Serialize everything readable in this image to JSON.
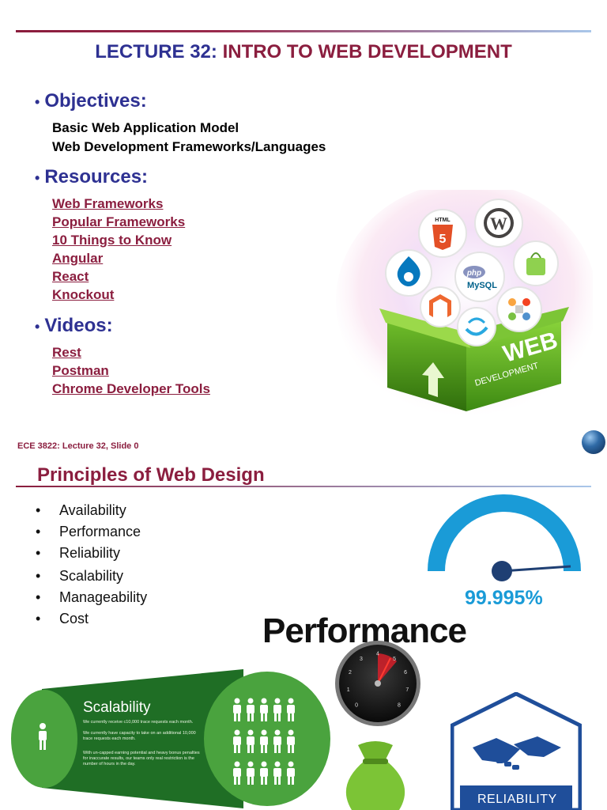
{
  "slide1": {
    "title_prefix": "LECTURE 32:",
    "title_main": "INTRO TO WEB DEVELOPMENT",
    "objectives": {
      "heading": "Objectives:",
      "items": [
        "Basic Web Application Model",
        "Web Development Frameworks/Languages"
      ]
    },
    "resources": {
      "heading": "Resources:",
      "links": [
        "Web Frameworks",
        "Popular Frameworks",
        "10 Things to Know",
        "Angular",
        "React",
        "Knockout"
      ]
    },
    "videos": {
      "heading": "Videos:",
      "links": [
        "Rest",
        "Postman",
        "Chrome Developer Tools"
      ]
    },
    "graphic": {
      "box_text": "WEB",
      "box_subtext": "DEVELOPMENT",
      "icons": [
        "html5-icon",
        "wordpress-icon",
        "shopping-bag-icon",
        "drupal-icon",
        "php-mysql-icon",
        "magento-icon",
        "joomla-icon",
        "swirl-logo-icon"
      ],
      "html_label": "HTML",
      "html_number": "5",
      "php_label": "php",
      "mysql_label": "MySQL"
    },
    "footer": "ECE 3822: Lecture 32, Slide 0"
  },
  "slide2": {
    "title": "Principles of Web Design",
    "bullets": [
      "Availability",
      "Performance",
      "Reliability",
      "Scalability",
      "Manageability",
      "Cost"
    ],
    "availability_value": "99.995%",
    "performance_label": "Performance",
    "reliability_label": "RELIABILITY",
    "scalability": {
      "title": "Scalability",
      "lines": [
        "We currently receive c10,000 trace requests each month.",
        "We currently have capacity to take on an additional 10,000 trace requests each month.",
        "With un-capped earning potential and heavy bonus penalties for inaccurate results, our teams only real restriction is the number of hours in the day."
      ]
    },
    "gauge_ticks": [
      "0",
      "1",
      "2",
      "3",
      "4",
      "5",
      "6",
      "7",
      "8"
    ]
  },
  "colors": {
    "navy": "#2e3192",
    "maroon": "#8b1e3f",
    "availability_blue": "#1a9bd7",
    "green": "#3a9a2e",
    "reliability_blue": "#1f4e9a"
  }
}
